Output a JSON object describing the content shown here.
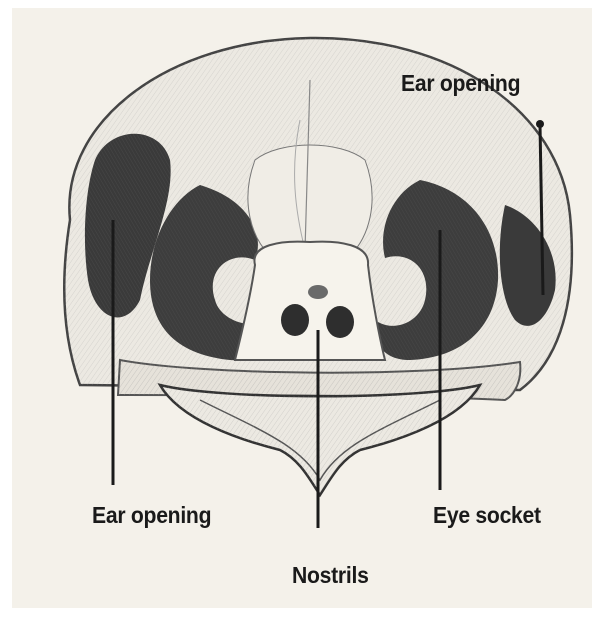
{
  "labels": {
    "ear_opening_top": "Ear opening",
    "ear_opening_bottom": "Ear opening",
    "nostrils": "Nostrils",
    "eye_socket": "Eye socket"
  },
  "colors": {
    "paper": "#f4f1ea",
    "bone": "#ece9e2",
    "shadow": "#3a3a3a",
    "ink": "#1a1a1a"
  }
}
